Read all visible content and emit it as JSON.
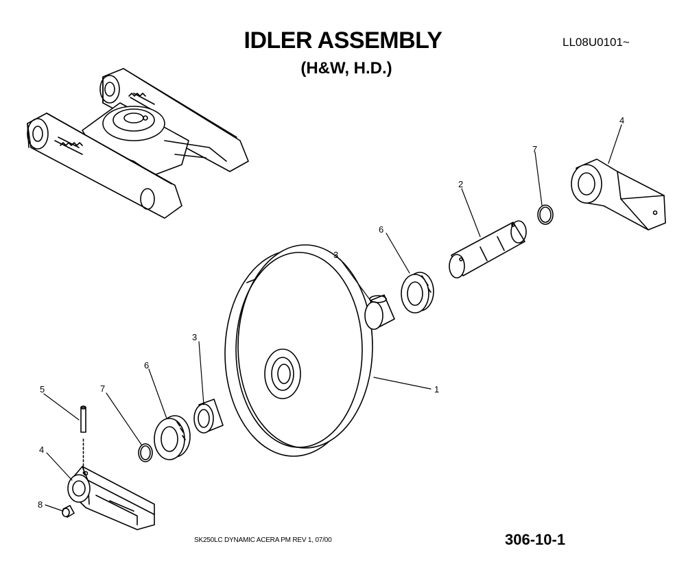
{
  "header": {
    "title": "IDLER ASSEMBLY",
    "subtitle": "(H&W, H.D.)",
    "code": "LL08U0101~"
  },
  "footer": {
    "model_text": "SK250LC DYNAMIC ACERA PM REV  1, 07/00",
    "page_number": "306-10-1"
  },
  "callouts": {
    "c1": "1",
    "c2": "2",
    "c3a": "3",
    "c3b": "3",
    "c4a": "4",
    "c4b": "4",
    "c5": "5",
    "c6a": "6",
    "c6b": "6",
    "c7a": "7",
    "c7b": "7",
    "c8": "8"
  }
}
